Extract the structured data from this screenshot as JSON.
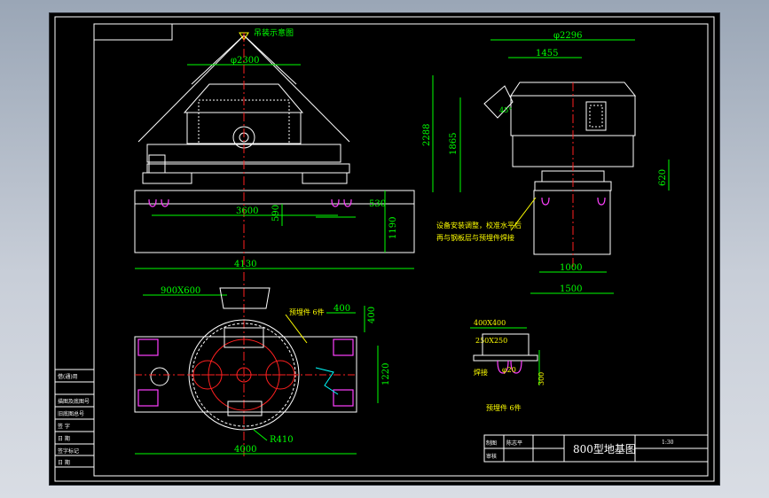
{
  "drawing": {
    "title": "800型地基图",
    "scale": "1:30",
    "title_block": {
      "row1_label": "制图",
      "row1_value": "陈志平",
      "row2_label": "审核"
    },
    "side_table": [
      "借(通)用",
      "",
      "描图及底图号",
      "旧底图总号",
      "签 字",
      "日 期",
      "签字标记",
      "日 期"
    ]
  },
  "labels": {
    "lifting_diagram": "吊装示意图",
    "front_top_dia": "φ2300",
    "front_base_width": "3600",
    "front_pit_depth": "590",
    "front_right_offset": "530",
    "front_total_height": "1190",
    "front_total_width": "4130",
    "plan_opening": "900X600",
    "plan_anchor_bolt": "预埋件 6件",
    "plan_pocket_w": "400",
    "plan_pocket_h": "400",
    "plan_right_height": "1220",
    "plan_radius": "R410",
    "plan_total_width": "4000",
    "side_top_dia": "φ2296",
    "side_inner_dia": "1455",
    "side_angle": "45°",
    "side_total_height": "2288",
    "side_body_height": "1865",
    "side_base_height": "620",
    "side_inner_width": "1000",
    "side_outer_width": "1500",
    "note_line1": "设备安装调整，校准水平后",
    "note_line2": "再与钢板层与预埋件焊接",
    "detail_top": "400X400",
    "detail_plate": "250X250",
    "detail_weld": "焊接",
    "detail_dim1": "φ20",
    "detail_dim2": "300",
    "detail_embed": "预埋件 6件"
  },
  "colors": {
    "background": "#000000",
    "frame": "#ffffff",
    "dimension": "#00ff00",
    "centerline": "#ff2020",
    "annotation": "#ffff00",
    "embedded": "#ff40ff"
  }
}
